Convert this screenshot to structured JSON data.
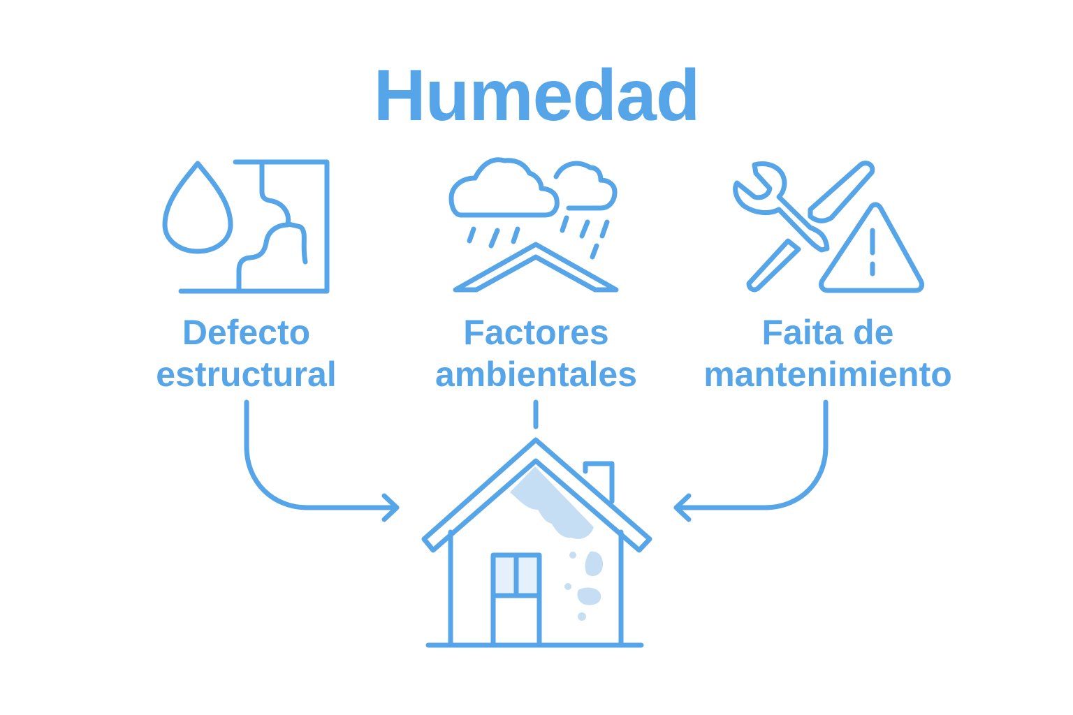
{
  "diagram": {
    "title": "Humedad",
    "accent_color": "#55a5e8",
    "stain_color": "#c5def4",
    "causes": [
      {
        "id": "structural",
        "line1": "Defecto",
        "line2": "estructural",
        "icon": "water-drop-cracked-wall-icon"
      },
      {
        "id": "environmental",
        "line1": "Factores",
        "line2": "ambientales",
        "icon": "rain-clouds-roof-icon"
      },
      {
        "id": "maintenance",
        "line1": "Faita de",
        "line2": "mantenimiento",
        "icon": "wrench-screwdriver-warning-icon"
      }
    ],
    "target": {
      "icon": "damp-house-icon"
    },
    "connectors": [
      "left-curved-arrow",
      "center-line",
      "right-curved-arrow"
    ]
  }
}
